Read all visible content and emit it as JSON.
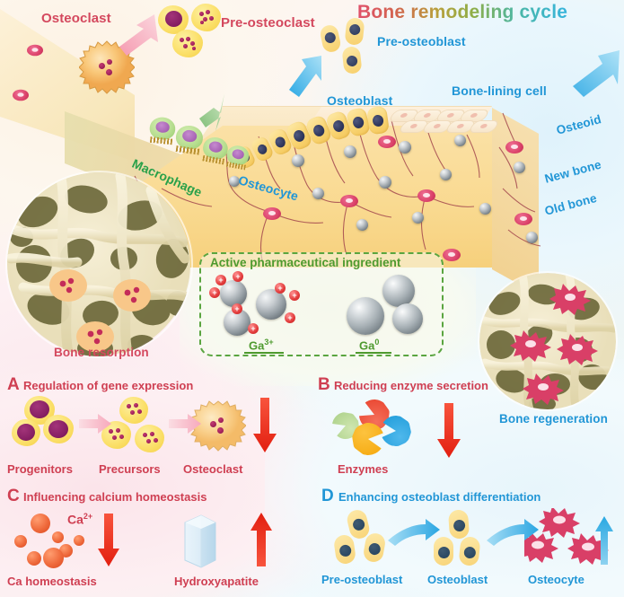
{
  "title": "Bone remodeling cycle",
  "top_section": {
    "labels": {
      "osteoclast": "Osteoclast",
      "pre_osteoclast": "Pre-osteoclast",
      "macrophage": "Macrophage",
      "osteocyte": "Osteocyte",
      "pre_osteoblast": "Pre-osteoblast",
      "osteoblast": "Osteoblast",
      "bone_lining_cell": "Bone-lining cell",
      "osteoid": "Osteoid",
      "new_bone": "New bone",
      "old_bone": "Old bone"
    }
  },
  "insets": {
    "bone_resorption": "Bone resorption",
    "bone_regeneration": "Bone regeneration"
  },
  "api_box": {
    "title": "Active pharmaceutical ingredient",
    "species": [
      {
        "label": "Ga",
        "charge": "3+"
      },
      {
        "label": "Ga",
        "charge": "0"
      }
    ]
  },
  "panels": [
    {
      "letter": "A",
      "title": "Regulation of gene expression",
      "color": "#d4485e",
      "items": [
        "Progenitors",
        "Precursors",
        "Osteoclast"
      ],
      "trend": "down",
      "trend_color": "#ee2b1c"
    },
    {
      "letter": "B",
      "title": "Reducing enzyme secretion",
      "color": "#d4485e",
      "items": [
        "Enzymes"
      ],
      "trend": "down",
      "trend_color": "#ee2b1c"
    },
    {
      "letter": "C",
      "title": "Influencing calcium homeostasis",
      "color": "#d4485e",
      "items": [
        "Ca homeostasis",
        "Hydroxyapatite"
      ],
      "ion_label": "Ca",
      "ion_charge": "2+",
      "trend_left": "down",
      "trend_right": "up",
      "trend_color": "#ee2b1c"
    },
    {
      "letter": "D",
      "title": "Enhancing osteoblast differentiation",
      "color": "#2196d6",
      "items": [
        "Pre-osteoblast",
        "Osteoblast",
        "Osteocyte"
      ],
      "trend": "up",
      "trend_color": "#33a9e0"
    }
  ],
  "colors": {
    "red_label": "#d4485e",
    "blue_label": "#2196d6",
    "green_label": "#2aa14a",
    "api_green": "#4e9a2f",
    "arrow_pink": "#f6b6c3",
    "arrow_blue": "#3fb3e8",
    "arrow_green": "#8fc98a",
    "bone_yellow": "#f9d98f",
    "osteocyte_pink": "#d93f67",
    "osteoblast_nucleus": "#30375c"
  }
}
